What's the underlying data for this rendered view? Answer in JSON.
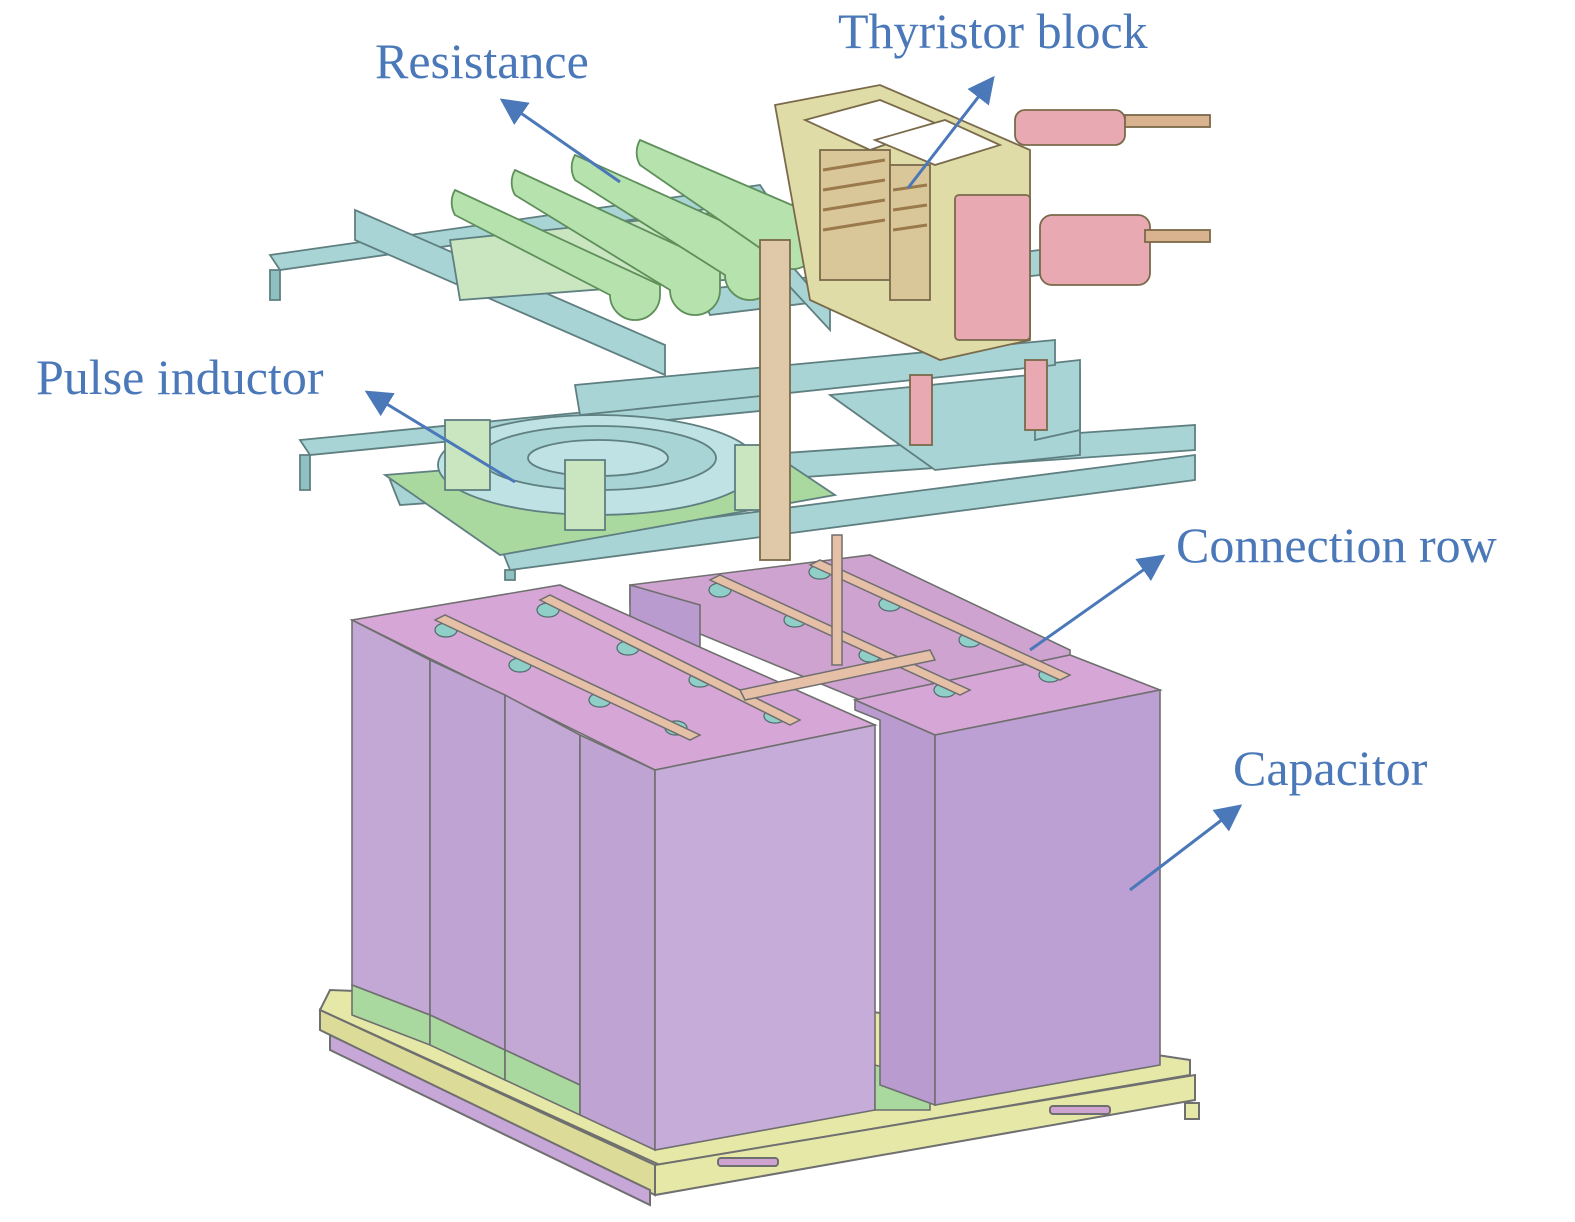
{
  "labels": {
    "resistance": "Resistance",
    "thyristor_block": "Thyristor block",
    "pulse_inductor": "Pulse inductor",
    "connection_row": "Connection row",
    "capacitor": "Capacitor"
  },
  "colors": {
    "label_text": "#4a78b8",
    "arrow": "#4a78b8",
    "capacitor_face": "#c3a8d6",
    "capacitor_side": "#b79ccd",
    "capacitor_top": "#cfa3d0",
    "steel_frame": "#a8d4d6",
    "resistor": "#b6e2ad",
    "inductor_plate": "#a9d99f",
    "bushing": "#e8a9b3",
    "base_frame": "#e6e8a8",
    "outline": "#6f6f6f"
  }
}
